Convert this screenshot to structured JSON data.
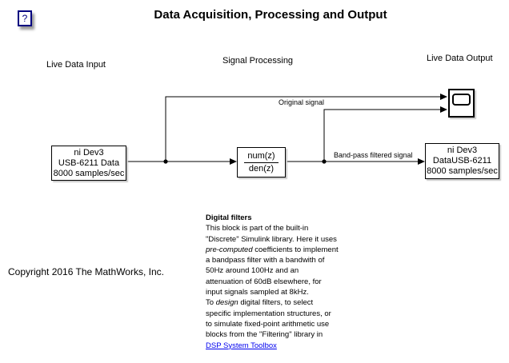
{
  "title": "Data Acquisition, Processing and Output",
  "help_button": {
    "label": "?"
  },
  "section_labels": {
    "input": "Live Data Input",
    "processing": "Signal Processing",
    "output": "Live Data Output"
  },
  "blocks": {
    "source": {
      "lines": [
        "ni Dev3",
        "USB-6211 Data",
        "8000 samples/sec"
      ]
    },
    "filter": {
      "numerator": "num(z)",
      "denominator": "den(z)"
    },
    "sink": {
      "lines": [
        "ni Dev3",
        "DataUSB-6211",
        "8000 samples/sec"
      ]
    }
  },
  "signal_labels": {
    "original": "Original signal",
    "bandpass": "Band-pass filtered signal"
  },
  "annotation": {
    "heading": "Digital filters",
    "line1": "This block is part of the built-in",
    "line2": "\"Discrete\" Simulink library. Here it uses",
    "line3_italic": "pre-computed",
    "line3_rest": " coefficients to implement",
    "line4": "a bandpass filter with a bandwith of",
    "line5": "50Hz around 100Hz and an",
    "line6": "attenuation of 60dB elsewhere, for",
    "line7": "input signals sampled at 8kHz.",
    "line8_pre": "To ",
    "line8_italic": "design",
    "line8_rest": " digital filters, to select",
    "line9": "specific implementation structures, or",
    "line10": "to simulate fixed-point arithmetic use",
    "line11": "blocks from the \"Filtering\" library in",
    "link": "DSP System Toolbox"
  },
  "copyright": "Copyright 2016 The MathWorks, Inc.",
  "colors": {
    "link": "#0000EE",
    "help_navy": "#000080",
    "wire": "#000000"
  }
}
